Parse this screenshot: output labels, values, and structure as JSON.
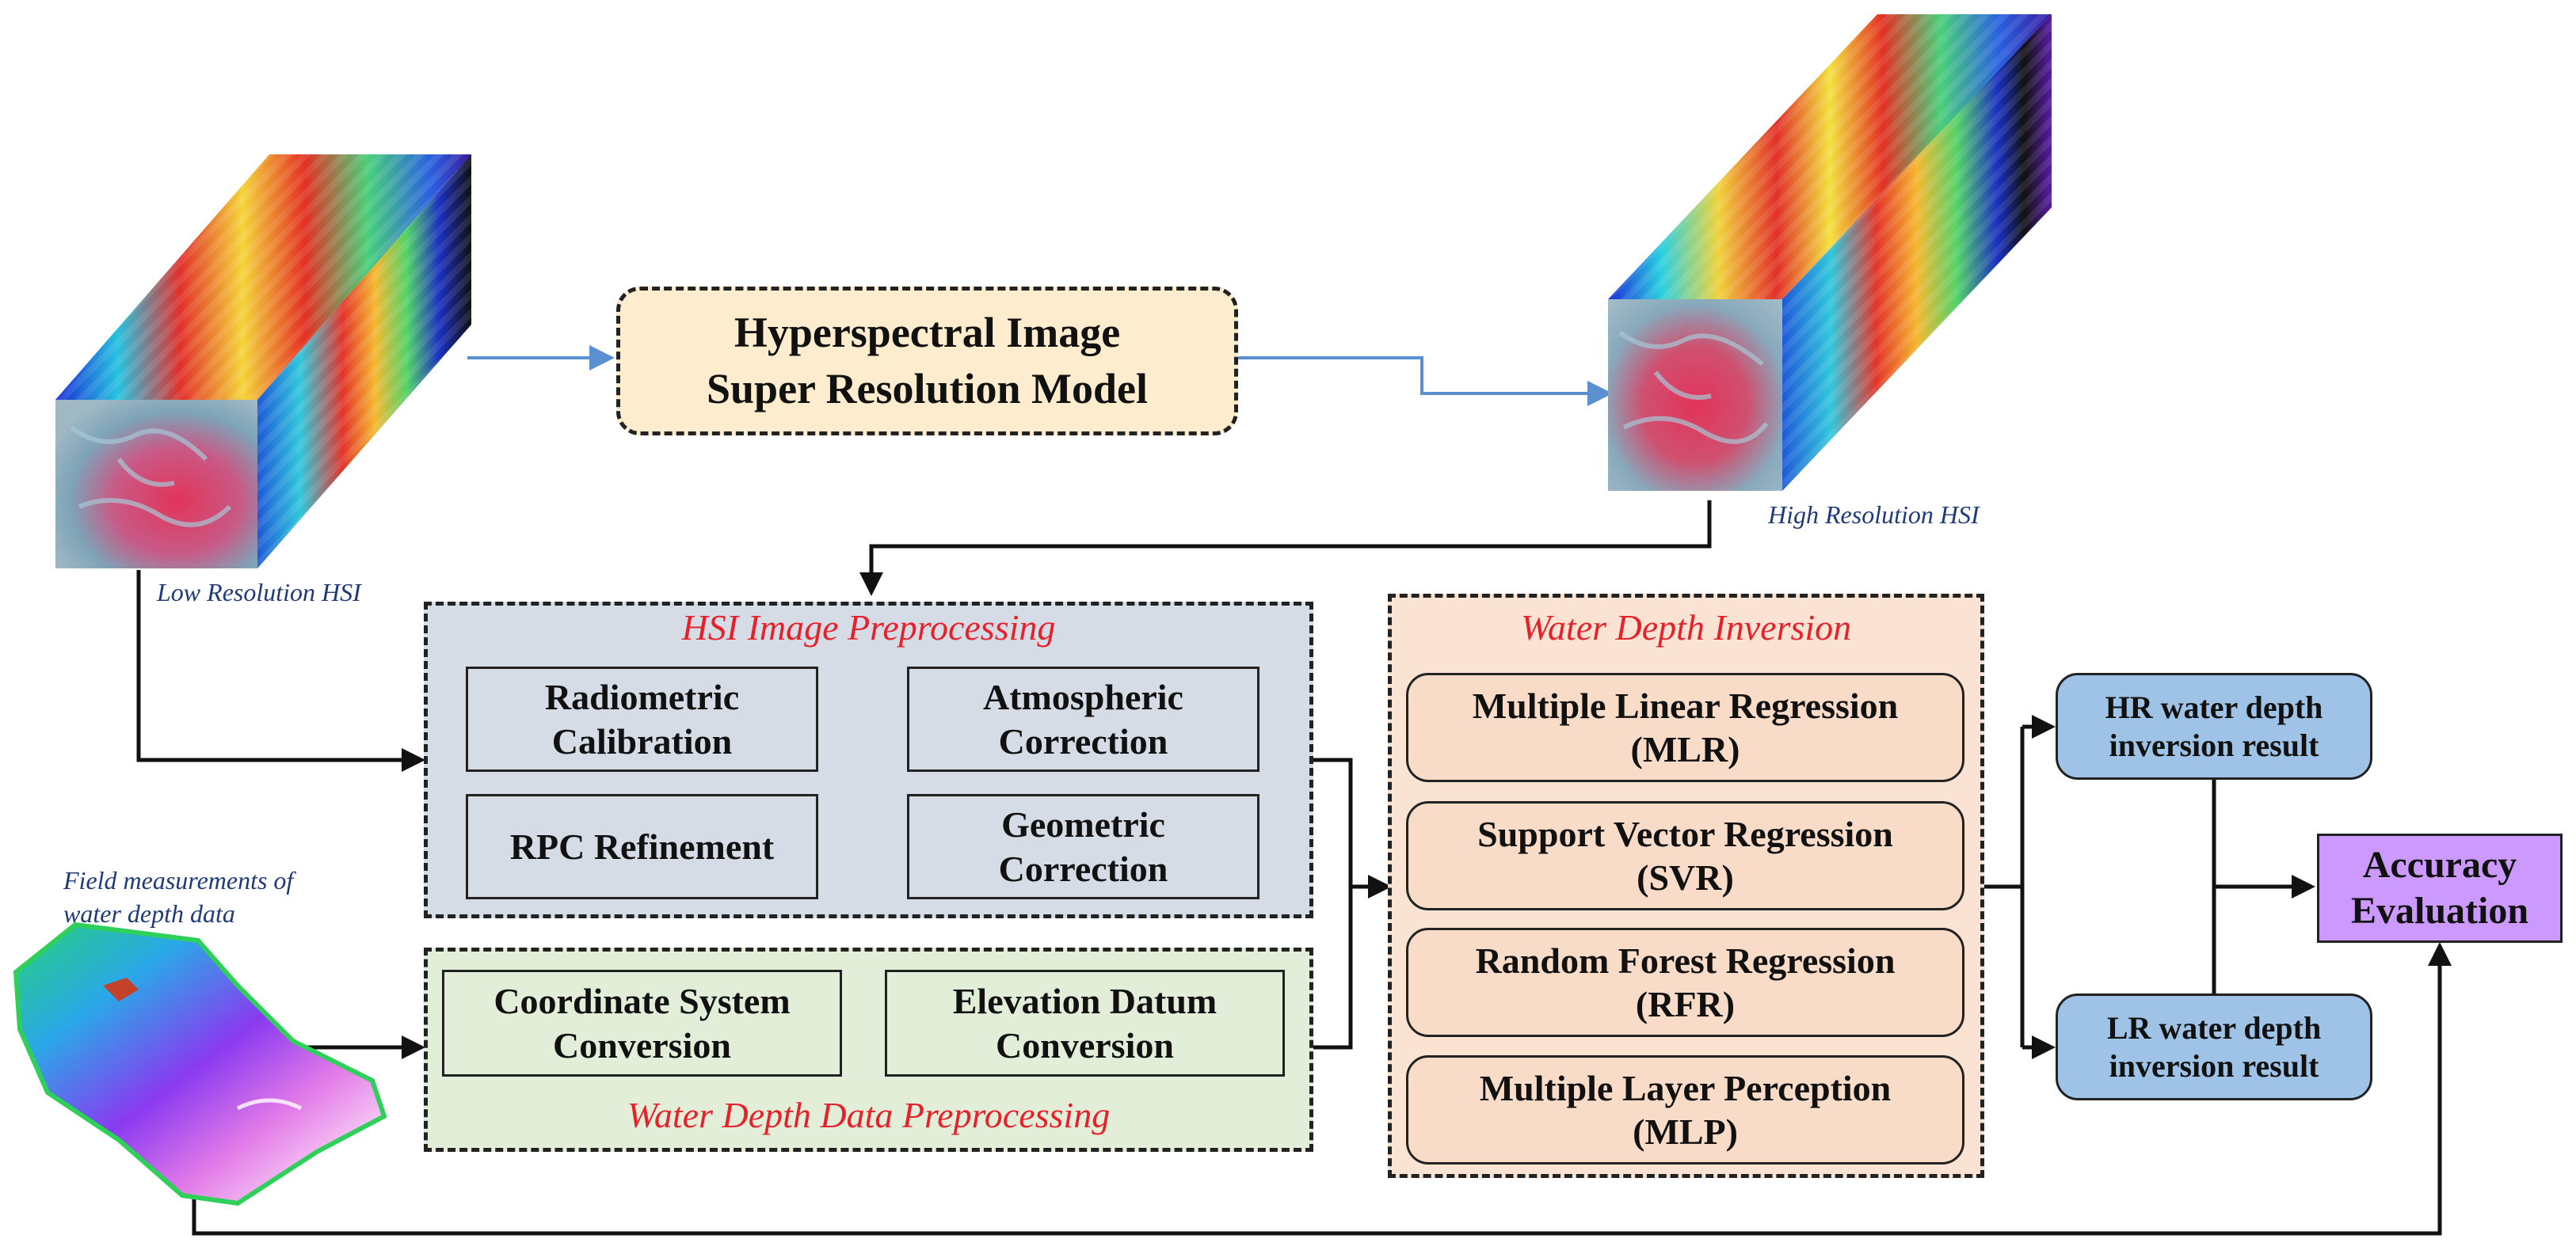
{
  "colors": {
    "sr_box": "#fdeccd",
    "hsi_panel": "#d6dce6",
    "wd_panel": "#e3eed9",
    "inv_panel": "#fbe3d3",
    "inv_box": "#f9dcc8",
    "result_box": "#9ec3e6",
    "accuracy_box": "#cc99ff",
    "flow_blue": "#5a8fd0",
    "title_red": "#e8202a",
    "caption_blue": "#1f3a7a"
  },
  "low_res_cube": {
    "caption": "Low Resolution HSI"
  },
  "high_res_cube": {
    "caption": "High Resolution HSI"
  },
  "sr_model": {
    "line1": "Hyperspectral Image",
    "line2": "Super Resolution Model"
  },
  "hsi_preprocessing": {
    "title": "HSI Image Preprocessing",
    "steps": [
      {
        "line1": "Radiometric",
        "line2": "Calibration"
      },
      {
        "line1": "Atmospheric",
        "line2": "Correction"
      },
      {
        "line1": "RPC Refinement",
        "line2": ""
      },
      {
        "line1": "Geometric",
        "line2": "Correction"
      }
    ]
  },
  "water_depth_preprocessing": {
    "title": "Water Depth Data Preprocessing",
    "steps": [
      {
        "line1": "Coordinate System",
        "line2": "Conversion"
      },
      {
        "line1": "Elevation Datum",
        "line2": "Conversion"
      }
    ]
  },
  "field_data": {
    "line1": "Field measurements of",
    "line2": "water depth data"
  },
  "water_depth_inversion": {
    "title": "Water Depth Inversion",
    "models": [
      {
        "name": "Multiple Linear Regression",
        "abbr": "(MLR)"
      },
      {
        "name": "Support Vector Regression",
        "abbr": "(SVR)"
      },
      {
        "name": "Random Forest Regression",
        "abbr": "(RFR)"
      },
      {
        "name": "Multiple Layer Perception",
        "abbr": "(MLP)"
      }
    ]
  },
  "results": {
    "hr": {
      "line1": "HR water depth",
      "line2": "inversion result"
    },
    "lr": {
      "line1": "LR water depth",
      "line2": "inversion result"
    }
  },
  "accuracy": {
    "line1": "Accuracy",
    "line2": "Evaluation"
  }
}
